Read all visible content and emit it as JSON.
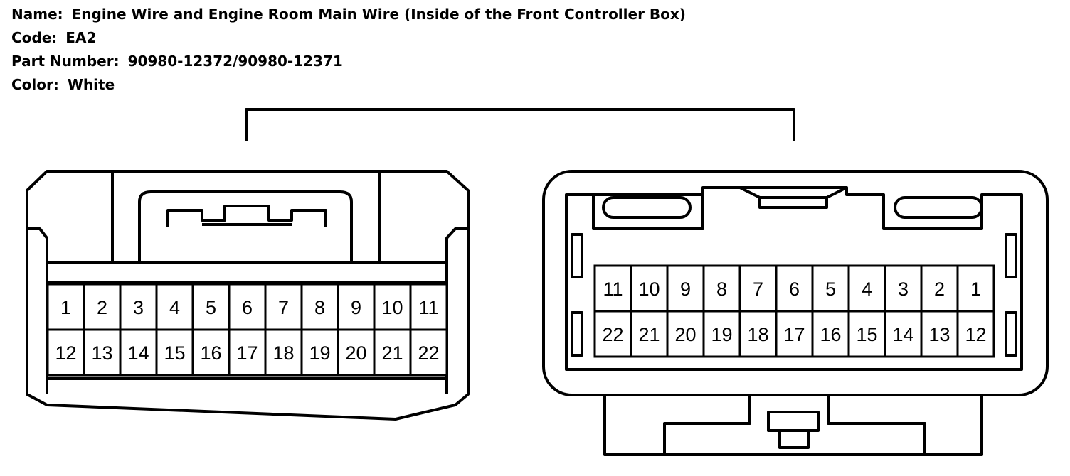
{
  "info": {
    "name_label": "Name:",
    "name_value": "Engine Wire and Engine Room Main Wire (Inside of the Front Controller Box)",
    "code_label": "Code:",
    "code_value": "EA2",
    "part_label": "Part Number:",
    "part_value": "90980-12372/90980-12371",
    "color_label": "Color:",
    "color_value": "White"
  },
  "left_connector": {
    "top_row": [
      "1",
      "2",
      "3",
      "4",
      "5",
      "6",
      "7",
      "8",
      "9",
      "10",
      "11"
    ],
    "bottom_row": [
      "12",
      "13",
      "14",
      "15",
      "16",
      "17",
      "18",
      "19",
      "20",
      "21",
      "22"
    ]
  },
  "right_connector": {
    "top_row": [
      "11",
      "10",
      "9",
      "8",
      "7",
      "6",
      "5",
      "4",
      "3",
      "2",
      "1"
    ],
    "bottom_row": [
      "22",
      "21",
      "20",
      "19",
      "18",
      "17",
      "16",
      "15",
      "14",
      "13",
      "12"
    ]
  },
  "colors": {
    "line": "#000000",
    "background": "#ffffff"
  }
}
